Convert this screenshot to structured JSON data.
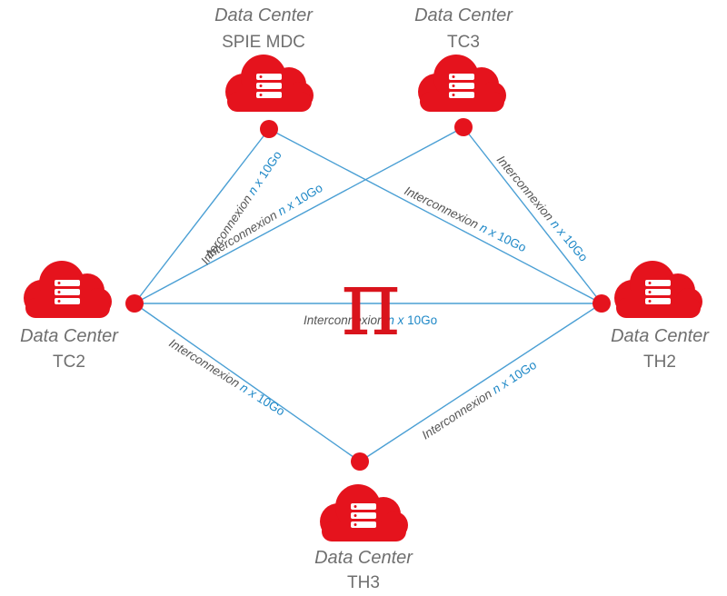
{
  "colors": {
    "node": "#e5131d",
    "cloud": "#e5131d",
    "link": "#4a9fd4",
    "caption": "#6f6f6f",
    "accent_blue": "#1e88c7",
    "pi": "#d9141c"
  },
  "center_symbol": "π",
  "data_centers": [
    {
      "id": "spie",
      "type_label": "Data Center",
      "name": "SPIE MDC",
      "icon": "cloud-server-icon"
    },
    {
      "id": "tc3",
      "type_label": "Data Center",
      "name": "TC3",
      "icon": "cloud-server-icon"
    },
    {
      "id": "tc2",
      "type_label": "Data Center",
      "name": "TC2",
      "icon": "cloud-server-icon"
    },
    {
      "id": "th2",
      "type_label": "Data Center",
      "name": "TH2",
      "icon": "cloud-server-icon"
    },
    {
      "id": "th3",
      "type_label": "Data Center",
      "name": "TH3",
      "icon": "cloud-server-icon"
    }
  ],
  "links": [
    {
      "from": "tc2",
      "to": "spie",
      "word": "Interconnexion",
      "n": "n x",
      "cap": "10Go"
    },
    {
      "from": "tc2",
      "to": "tc3",
      "word": "Interconnexion",
      "n": "n x",
      "cap": "10Go"
    },
    {
      "from": "spie",
      "to": "th2",
      "word": "Interconnexion",
      "n": "n x",
      "cap": "10Go"
    },
    {
      "from": "tc3",
      "to": "th2",
      "word": "Interconnexion",
      "n": "n x",
      "cap": "10Go"
    },
    {
      "from": "tc2",
      "to": "th2",
      "word": "Interconnexion",
      "n": "n x",
      "cap": "10Go"
    },
    {
      "from": "tc2",
      "to": "th3",
      "word": "Interconnexion",
      "n": "n x",
      "cap": "10Go"
    },
    {
      "from": "th3",
      "to": "th2",
      "word": "Interconnexion",
      "n": "n x",
      "cap": "10Go"
    }
  ]
}
